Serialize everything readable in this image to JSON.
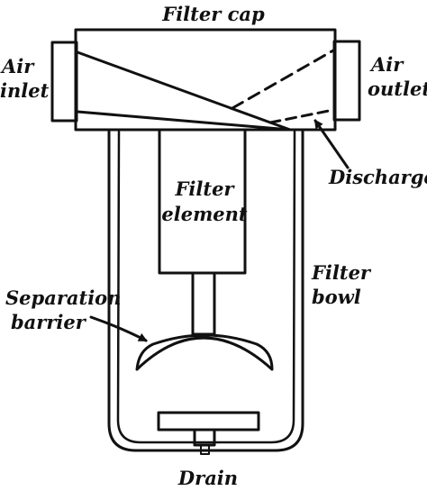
{
  "diagram": {
    "labels": {
      "filter_cap": "Filter cap",
      "air_inlet_1": "Air",
      "air_inlet_2": "inlet",
      "air_outlet_1": "Air",
      "air_outlet_2": "outlet",
      "discharge": "Discharge",
      "filter_element_1": "Filter",
      "filter_element_2": "element",
      "filter_bowl_1": "Filter",
      "filter_bowl_2": "bowl",
      "separation_barrier_1": "Separation",
      "separation_barrier_2": "barrier",
      "drain": "Drain"
    },
    "colors": {
      "line": "#111111",
      "background": "#ffffff"
    }
  }
}
